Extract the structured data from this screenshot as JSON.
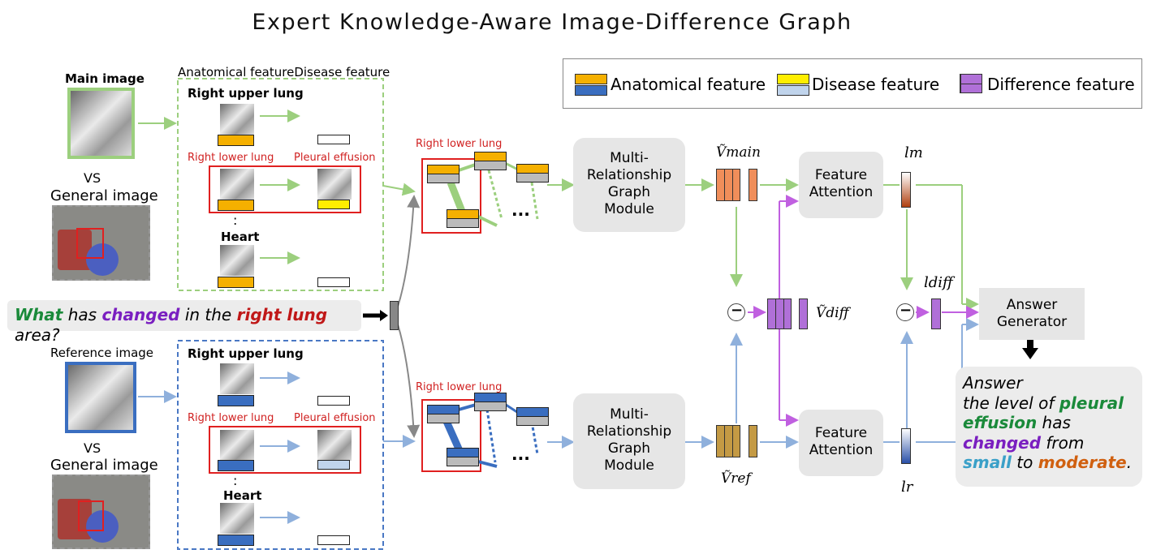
{
  "title": "Expert Knowledge-Aware Image-Difference Graph",
  "legend": {
    "anatomical": "Anatomical feature",
    "disease": "Disease feature",
    "difference": "Difference feature"
  },
  "top": {
    "main_image_label": "Main image",
    "vs": "VS",
    "general_image_label": "General image",
    "column_header": "Anatomical featureDisease feature",
    "region_upper": "Right upper lung",
    "region_lower": "Right lower lung",
    "disease": "Pleural effusion",
    "ellipsis": ":",
    "region_heart": "Heart",
    "graph_label": "Right lower lung"
  },
  "bottom": {
    "reference_image_label": "Reference image",
    "vs": "VS",
    "general_image_label": "General image",
    "region_upper": "Right upper lung",
    "region_lower": "Right lower lung",
    "disease": "Pleural effusion",
    "ellipsis": ":",
    "region_heart": "Heart",
    "graph_label": "Right lower lung"
  },
  "question": {
    "w1": "What",
    "w2": " has ",
    "w3": "changed",
    "w4": " in the ",
    "w5": "right lung",
    "w6": "area?"
  },
  "modules": {
    "mrgm": "Multi-Relationship Graph Module",
    "mrgm_lines": [
      "Multi-",
      "Relationship",
      "Graph",
      "Module"
    ],
    "feat_att_lines": [
      "Feature",
      "Attention"
    ],
    "answer_gen_lines": [
      "Answer",
      "Generator"
    ],
    "dots": "...",
    "minus": "−"
  },
  "symbols": {
    "v_main": "Ṽmain",
    "v_diff": "Ṽdiff",
    "v_ref": "Ṽref",
    "l_m": "lm",
    "l_diff": "ldiff",
    "l_r": "lr"
  },
  "answer": {
    "a1": "Answer",
    "a2": "the level of ",
    "a3": "pleural",
    "a4": "effusion",
    "a5": " has",
    "a6": "changed",
    "a7": " from",
    "a8": "small",
    "a9": " to ",
    "a10": "moderate",
    "a11": "."
  },
  "colors": {
    "anatomical_top": "#f5b000",
    "anatomical_bottom": "#3a6ec0",
    "disease_top": "#ffee00",
    "disease_bottom": "#c0d4ec",
    "difference": "#b070d8",
    "green_arrow": "#9ccf7e",
    "blue_arrow": "#8fb0dc",
    "purple_arrow": "#c060e0",
    "red_box": "#e02020"
  }
}
